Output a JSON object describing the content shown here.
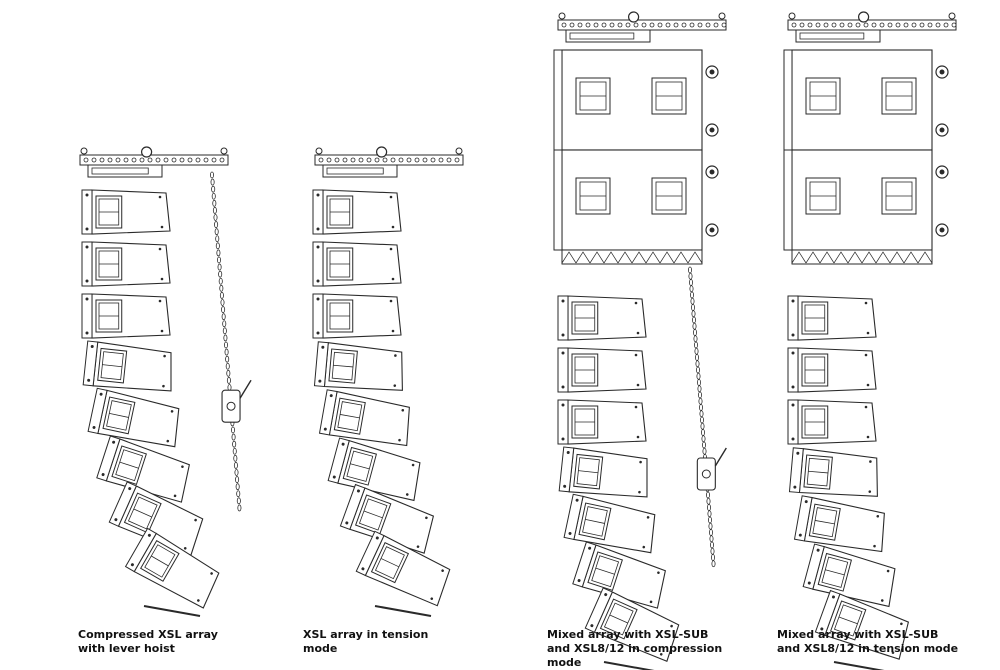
{
  "figures": [
    {
      "caption": "Compressed XSL array\nwith lever hoist",
      "has_sub": false,
      "has_hoist": true
    },
    {
      "caption": "XSL array in tension\nmode",
      "has_sub": false,
      "has_hoist": false
    },
    {
      "caption": "Mixed array with XSL-SUB\nand XSL8/12 in compression\nmode",
      "has_sub": true,
      "has_hoist": true
    },
    {
      "caption": "Mixed array with XSL-SUB\nand XSL8/12 in tension mode",
      "has_sub": true,
      "has_hoist": false
    }
  ],
  "colors": {
    "line": "#2a2a2a",
    "fill": "#ffffff"
  }
}
